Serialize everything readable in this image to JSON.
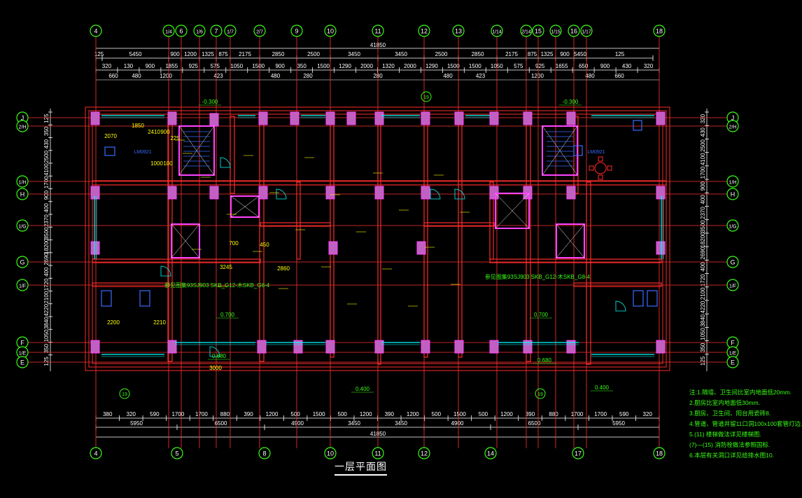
{
  "drawing": {
    "title": "一层平面图",
    "overall_dimension_top": "41850",
    "overall_dimension_bottom": "41850"
  },
  "axes": {
    "top_bubbles": [
      "4",
      "1/4",
      "6",
      "1/6",
      "7",
      "1/7",
      "2/7",
      "9",
      "10",
      "11",
      "12",
      "13",
      "1/14",
      "2/14",
      "15",
      "1/15",
      "16",
      "1/17",
      "18"
    ],
    "bottom_bubbles": [
      "4",
      "5",
      "8",
      "10",
      "11",
      "12",
      "14",
      "17",
      "18"
    ],
    "side_bubbles": [
      "J",
      "2/H",
      "1/H",
      "H",
      "1/G",
      "G",
      "1/F",
      "F",
      "1/E",
      "E"
    ]
  },
  "dimensions": {
    "top_row1": [
      "125",
      "5450",
      "900",
      "1200",
      "1325",
      "875",
      "2175",
      "2850",
      "2500",
      "3450",
      "3450",
      "2500",
      "2850",
      "2175",
      "875",
      "1325",
      "900",
      "5450",
      "125"
    ],
    "top_row2": [
      "320",
      "130",
      "900",
      "1855",
      "925",
      "575",
      "1050",
      "1500",
      "900",
      "350",
      "1500",
      "1290",
      "2000",
      "1320",
      "2000",
      "1290",
      "1500",
      "1500",
      "1050",
      "575",
      "925",
      "1655",
      "650",
      "900",
      "430",
      "320"
    ],
    "top_row3": [
      "660",
      "480",
      "1200",
      "423",
      "480",
      "280",
      "280",
      "480",
      "423",
      "1200",
      "480",
      "660"
    ],
    "bottom_row1": [
      "380",
      "320",
      "590",
      "1700",
      "1700",
      "880",
      "390",
      "1200",
      "500",
      "1500",
      "500",
      "1200",
      "390",
      "1200",
      "500",
      "1500",
      "500",
      "1200",
      "390",
      "880",
      "1700",
      "1700",
      "590",
      "320"
    ],
    "bottom_row2": [
      "5950",
      "6500",
      "4900",
      "3450",
      "3450",
      "4900",
      "6500",
      "5950"
    ],
    "left_side": [
      "125",
      "350",
      "430",
      "2500",
      "4100",
      "1700",
      "900",
      "400",
      "2370",
      "3500",
      "18200",
      "2690",
      "400",
      "1720",
      "2100",
      "4220",
      "3840",
      "1050",
      "350",
      "125"
    ],
    "right_side": [
      "320",
      "430",
      "2500",
      "4100",
      "1700",
      "900",
      "400",
      "2370",
      "3500",
      "18200",
      "2690",
      "400",
      "1720",
      "2100",
      "4220",
      "3840",
      "1050",
      "350",
      "125"
    ]
  },
  "annotations": {
    "level_tl": "-0.300",
    "level_tr": "-0.300",
    "level_mid_l": "0.700",
    "level_mid_r": "0.700",
    "level_bot_l": "0.680",
    "level_bot_r": "0.680",
    "level_b1": "0.400",
    "level_b2": "0.400",
    "ref_left": "参见图集93SJ903 SKB_G12-木SKB_G8-4",
    "ref_right": "参见图集93SJ903 SKB_G12-木SKB_G8-4",
    "room_labels": [
      "2070",
      "1850",
      "2410",
      "900",
      "225",
      "1000",
      "100",
      "3245",
      "2860",
      "3000",
      "2200",
      "2210",
      "700",
      "450"
    ],
    "callouts": [
      "LM0921",
      "LM0921",
      "19",
      "19",
      "19"
    ]
  },
  "notes": [
    "注:1.隔墙、卫生间比室内地面低20mm.",
    "2.厨房比室内地面低30mm.",
    "3.厨房、卫生间、阳台用瓷砖8.",
    "4.管道、管道井留11口洞100x100套管灯边.",
    "5.(11) 楼梯做法详见楼梯图.",
    "(7)—(15) 消防栓做法参照国标.",
    "6.本层有关洞口详见给排水图10."
  ],
  "colors": {
    "background": "#000000",
    "wall": "#ff2a2a",
    "column": "#ff44ff",
    "axis": "#ff3333",
    "dimension": "#ffffff",
    "bubble": "#39ff14",
    "annotation": "#ffff00",
    "window": "#00ffff",
    "fixture": "#3b6bff",
    "note": "#39ff14"
  }
}
